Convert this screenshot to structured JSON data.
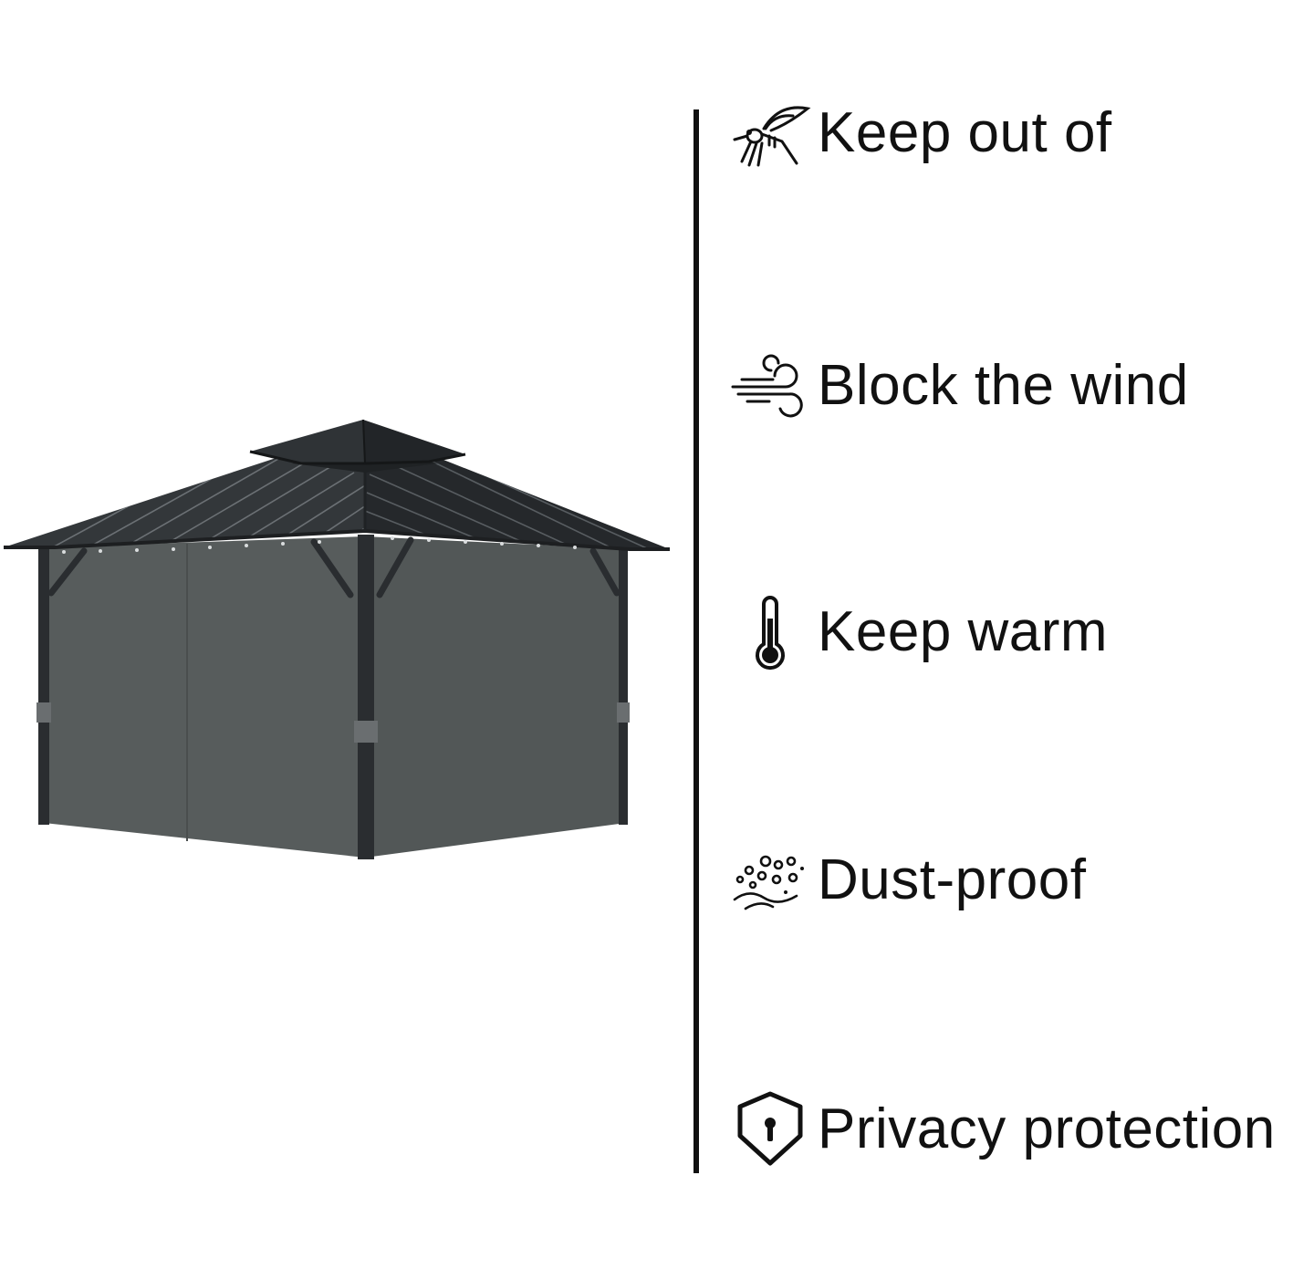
{
  "colors": {
    "background": "#ffffff",
    "text": "#111111",
    "roof": "#2b2e31",
    "curtain": "#555a5a",
    "post": "#2a2d30"
  },
  "image": {
    "subject": "gazebo-with-curtains"
  },
  "features": [
    {
      "icon": "mosquito-icon",
      "label": "Keep out of"
    },
    {
      "icon": "wind-icon",
      "label": "Block the wind"
    },
    {
      "icon": "thermometer-icon",
      "label": "Keep warm"
    },
    {
      "icon": "dust-icon",
      "label": "Dust-proof"
    },
    {
      "icon": "shield-lock-icon",
      "label": "Privacy protection"
    }
  ]
}
